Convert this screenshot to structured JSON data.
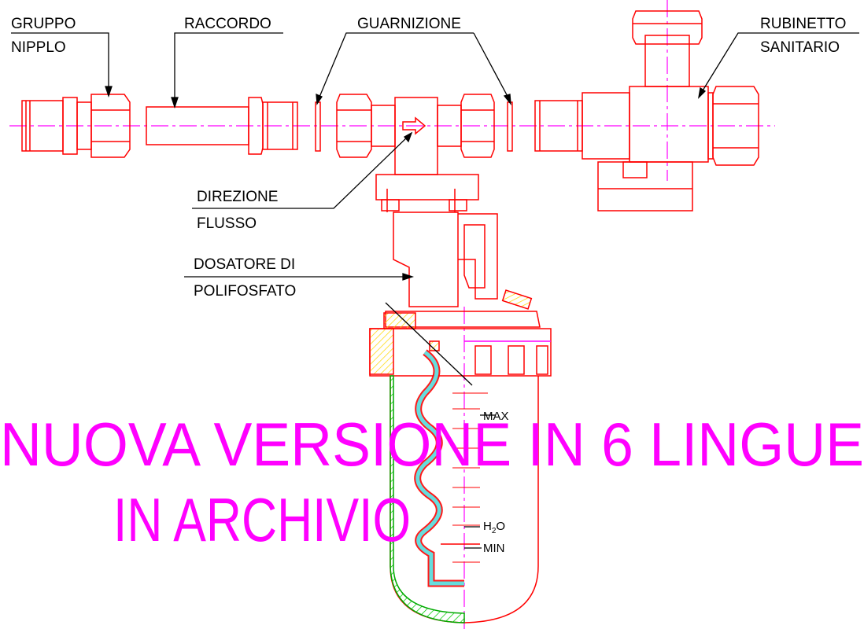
{
  "labels": {
    "gruppo": "GRUPPO",
    "nipplo": "NIPPLO",
    "raccordo": "RACCORDO",
    "guarnizione": "GUARNIZIONE",
    "rubinetto": "RUBINETTO",
    "sanitario": "SANITARIO",
    "direzione": "DIREZIONE",
    "flusso": "FLUSSO",
    "dosatore": "DOSATORE DI",
    "polifosfato": "POLIFOSFATO",
    "max": "MAX",
    "h2o_h": "H",
    "h2o_sub": "2",
    "h2o_o": "O",
    "min": "MIN"
  },
  "watermark": {
    "line1": "NUOVA VERSIONE IN 6 LINGUE",
    "line2": "IN ARCHIVIO"
  },
  "colors": {
    "outline": "#ff0000",
    "centerline": "#ff00ff",
    "hatch_yellow": "#ffd700",
    "hatch_green": "#00cc00",
    "hatch_cyan": "#00cccc",
    "watermark": "#ff00ff",
    "leader": "#000000"
  }
}
